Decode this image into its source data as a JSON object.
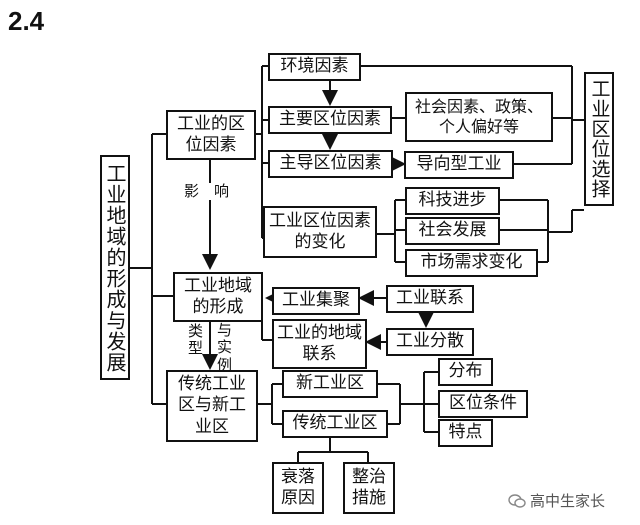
{
  "page": {
    "number": "2.4"
  },
  "nodes": {
    "root": "工业地域的形成与发展",
    "location_factors": "工业的区位因素",
    "env_factor": "环境因素",
    "main_factors": "主要区位因素",
    "social_factors": "社会因素、政策、\n个人偏好等",
    "dominant_factors": "主导区位因素",
    "oriented_industry": "导向型工业",
    "changes": "工业区位因素的变化",
    "tech": "科技进步",
    "social_dev": "社会发展",
    "market": "市场需求变化",
    "choice": "工业区位选择",
    "formation": "工业地域的形成",
    "agglomeration": "工业集聚",
    "linkage": "工业联系",
    "regional_link": "工业的地域联系",
    "dispersion": "工业分散",
    "trad_new": "传统工业区与新工业区",
    "new_zone": "新工业区",
    "trad_zone": "传统工业区",
    "distribution": "分布",
    "location_cond": "区位条件",
    "features": "特点",
    "decline": "衰落原因",
    "measures": "整治措施"
  },
  "labels": {
    "influence": "影　响",
    "types": "类\n型",
    "examples": "与\n实\n例"
  },
  "watermark": "高中生家长"
}
